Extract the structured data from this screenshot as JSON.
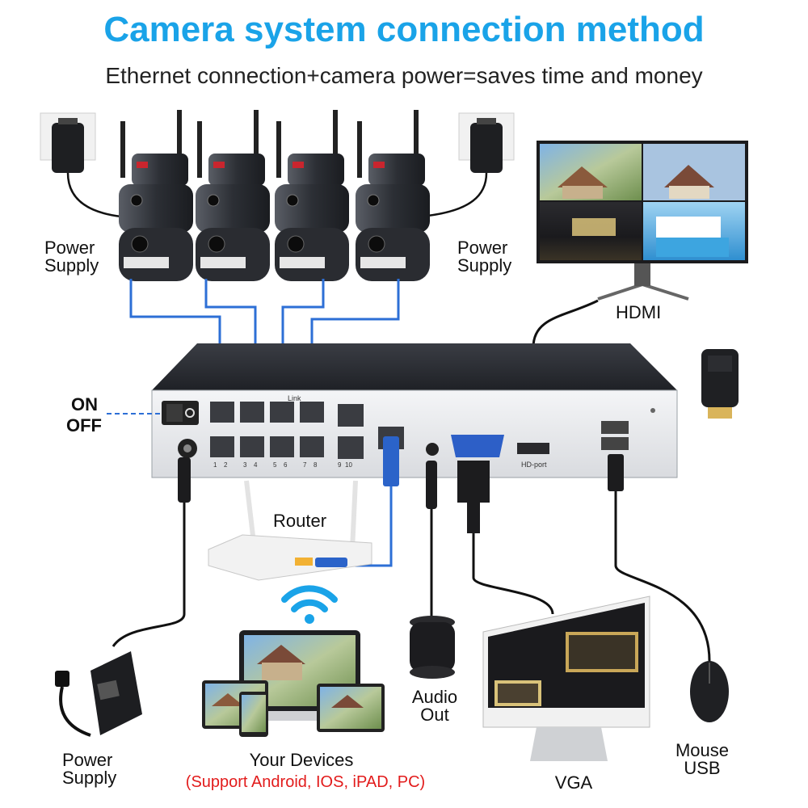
{
  "title": "Camera system connection method",
  "subtitle": "Ethernet connection+camera power=saves time and money",
  "labels": {
    "power_supply_left": [
      "Power",
      "Supply"
    ],
    "power_supply_right": [
      "Power",
      "Supply"
    ],
    "hdmi": "HDMI",
    "on": "ON",
    "off": "OFF",
    "router": "Router",
    "audio_out": [
      "Audio",
      "Out"
    ],
    "mouse_usb": [
      "Mouse",
      "USB"
    ],
    "power_supply_bottom": [
      "Power",
      "Supply"
    ],
    "your_devices": "Your Devices",
    "support_note": "(Support Android, IOS, iPAD, PC)",
    "vga": "VGA",
    "hd_port": "HD-port",
    "link": "Link",
    "port_numbers": [
      "1",
      "2",
      "3",
      "4",
      "5",
      "6",
      "7",
      "8",
      "9",
      "10"
    ]
  },
  "colors": {
    "title": "#1aa3e8",
    "cable_blue": "#2d6fd6",
    "connector_blue": "#2b63c9",
    "nvr_body": "#2a2d33",
    "accent_red": "#e21b1b"
  },
  "icons": [
    "camera-icon",
    "wall-adapter-icon",
    "monitor-icon",
    "hdmi-adapter-icon",
    "nvr-icon",
    "router-icon",
    "wifi-icon",
    "speaker-icon",
    "mouse-icon",
    "power-brick-icon",
    "laptop-icon",
    "tablet-icon",
    "imac-icon"
  ]
}
